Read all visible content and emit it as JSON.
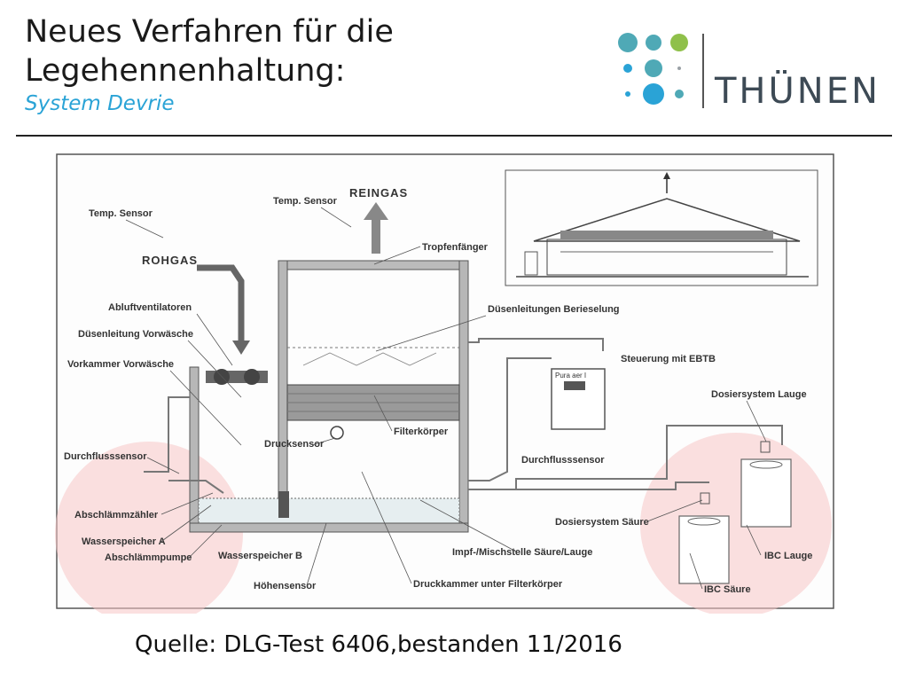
{
  "header": {
    "title_line1": "Neues Verfahren für die",
    "title_line2": "Legehennenhaltung:",
    "subtitle": "System Devrie"
  },
  "logo": {
    "text": "THÜNEN",
    "colors": {
      "teal": "#4fa9b6",
      "blue": "#2aa3d6",
      "green": "#8fc04a",
      "gray": "#9aa0a6"
    }
  },
  "diagram": {
    "labels": {
      "temp_sensor_left": "Temp. Sensor",
      "temp_sensor_top": "Temp. Sensor",
      "reingas": "REINGAS",
      "rohgas": "ROHGAS",
      "tropfenfaenger": "Tropfenfänger",
      "abluftventilatoren": "Abluftventilatoren",
      "duesenleitung_vorwaesche": "Düsenleitung Vorwäsche",
      "vorkammer_vorwaesche": "Vorkammer Vorwäsche",
      "duesenleitungen_berieselung": "Düsenleitungen Berieselung",
      "steuerung": "Steuerung mit EBTB",
      "pura_aer": "Pura aer I",
      "dosiersystem_lauge": "Dosiersystem Lauge",
      "drucksensor": "Drucksensor",
      "filterkoerper": "Filterkörper",
      "durchflusssensor_left": "Durchflusssensor",
      "durchflusssensor_right": "Durchflusssensor",
      "abschlaemmzaehler": "Abschlämmzähler",
      "wasserspeicher_a": "Wasserspeicher A",
      "abschlaemmpumpe": "Abschlämmpumpe",
      "wasserspeicher_b": "Wasserspeicher B",
      "hoehensensor": "Höhensensor",
      "druckkammer": "Druckkammer unter Filterkörper",
      "impf_mischstelle": "Impf-/Mischstelle Säure/Lauge",
      "dosiersystem_saeure": "Dosiersystem Säure",
      "ibc_lauge": "IBC Lauge",
      "ibc_saeure": "IBC Säure"
    }
  },
  "footer": {
    "source": "Quelle: DLG-Test 6406,bestanden 11/2016"
  }
}
